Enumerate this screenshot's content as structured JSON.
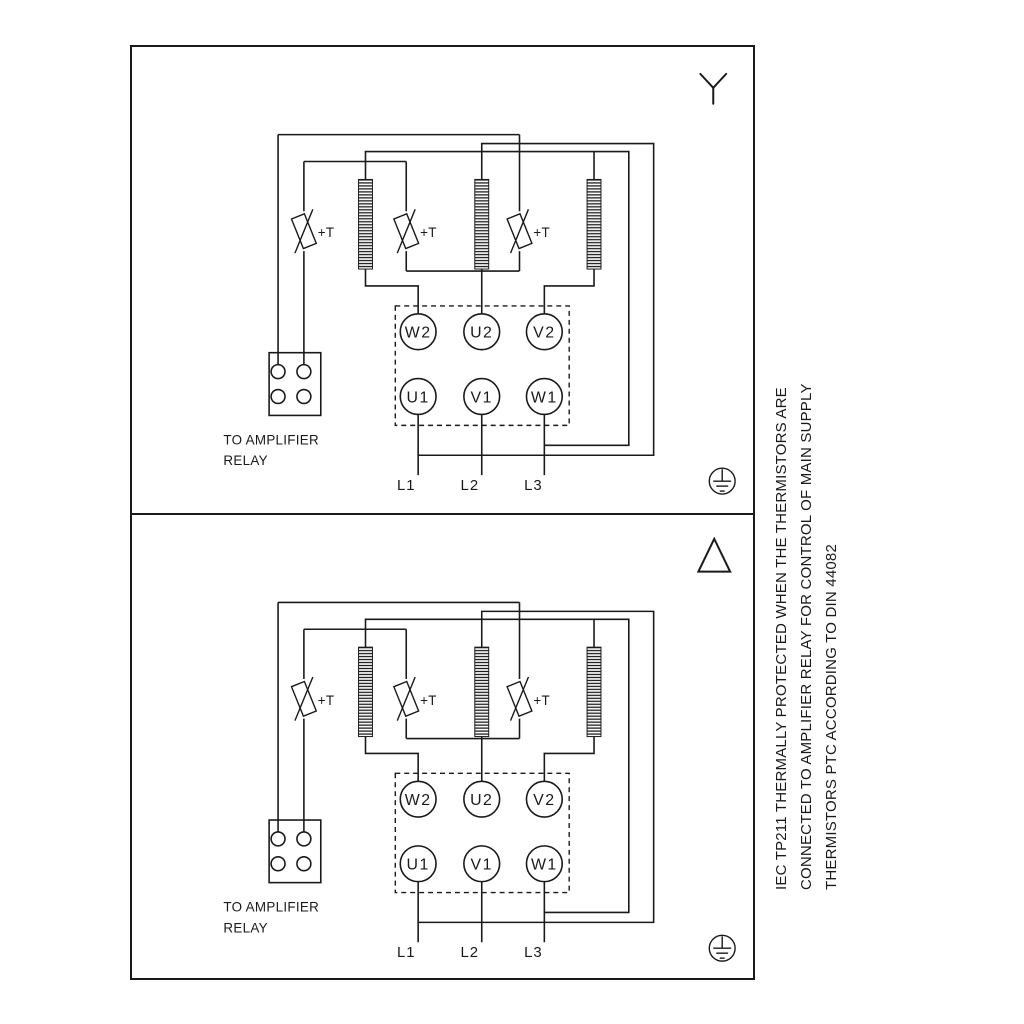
{
  "document": {
    "type": "motor-wiring-diagram",
    "connections": [
      "star",
      "delta"
    ]
  },
  "colors": {
    "ink": "#1a1a1a",
    "paper": "#ffffff"
  },
  "side_note": {
    "lines": [
      "IEC TP211 THERMALLY PROTECTED WHEN THE THERMISTORS ARE",
      "CONNECTED TO AMPLIFIER RELAY FOR CONTROL OF MAIN SUPPLY",
      "THERMISTORS PTC ACCORDING TO DIN 44082"
    ]
  },
  "panels": [
    {
      "connection": "star",
      "thermistor_labels": [
        "+T",
        "+T",
        "+T"
      ],
      "terminals": {
        "top": [
          "W2",
          "U2",
          "V2"
        ],
        "bottom": [
          "U1",
          "V1",
          "W1"
        ]
      },
      "supply_labels": [
        "L1",
        "L2",
        "L3"
      ],
      "relay_caption": [
        "TO AMPLIFIER",
        "RELAY"
      ]
    },
    {
      "connection": "delta",
      "thermistor_labels": [
        "+T",
        "+T",
        "+T"
      ],
      "terminals": {
        "top": [
          "W2",
          "U2",
          "V2"
        ],
        "bottom": [
          "U1",
          "V1",
          "W1"
        ]
      },
      "supply_labels": [
        "L1",
        "L2",
        "L3"
      ],
      "relay_caption": [
        "TO AMPLIFIER",
        "RELAY"
      ]
    }
  ]
}
